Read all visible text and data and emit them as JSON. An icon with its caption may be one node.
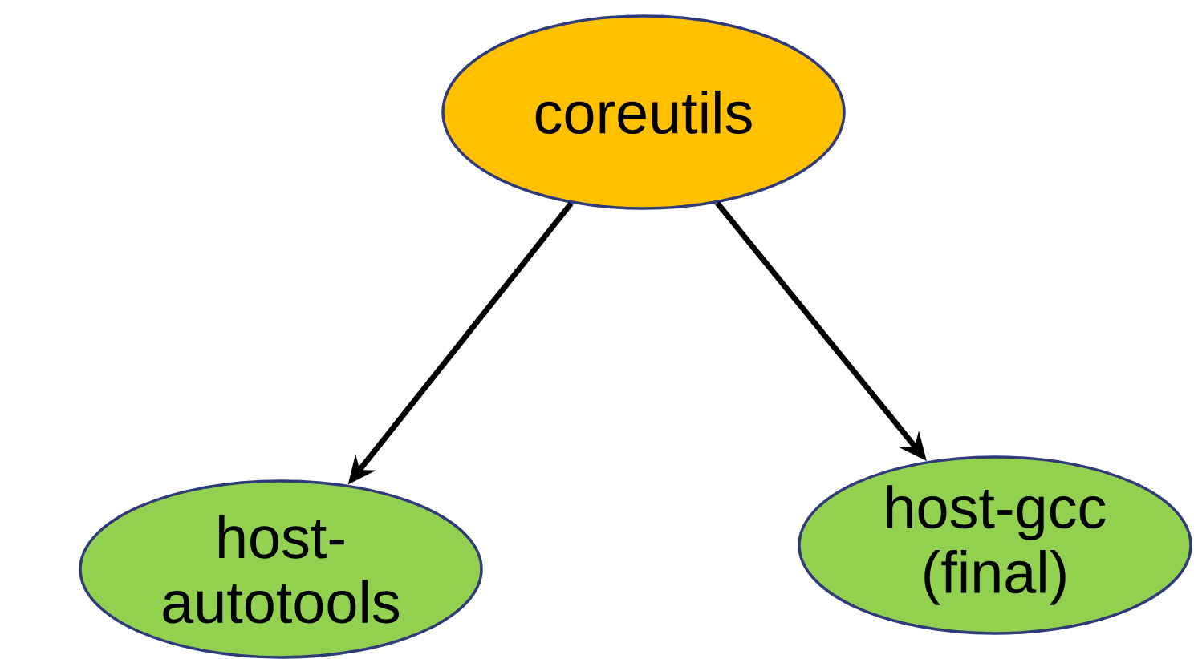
{
  "diagram": {
    "nodes": [
      {
        "text": [
          "coreutils"
        ]
      },
      {
        "text": [
          "host-autotools"
        ]
      },
      {
        "text": [
          "host-gcc (final)"
        ]
      }
    ],
    "edges": [
      {
        "from": 0,
        "to": 1,
        "arrow": "to"
      },
      {
        "from": 0,
        "to": 2,
        "arrow": "to"
      }
    ]
  }
}
